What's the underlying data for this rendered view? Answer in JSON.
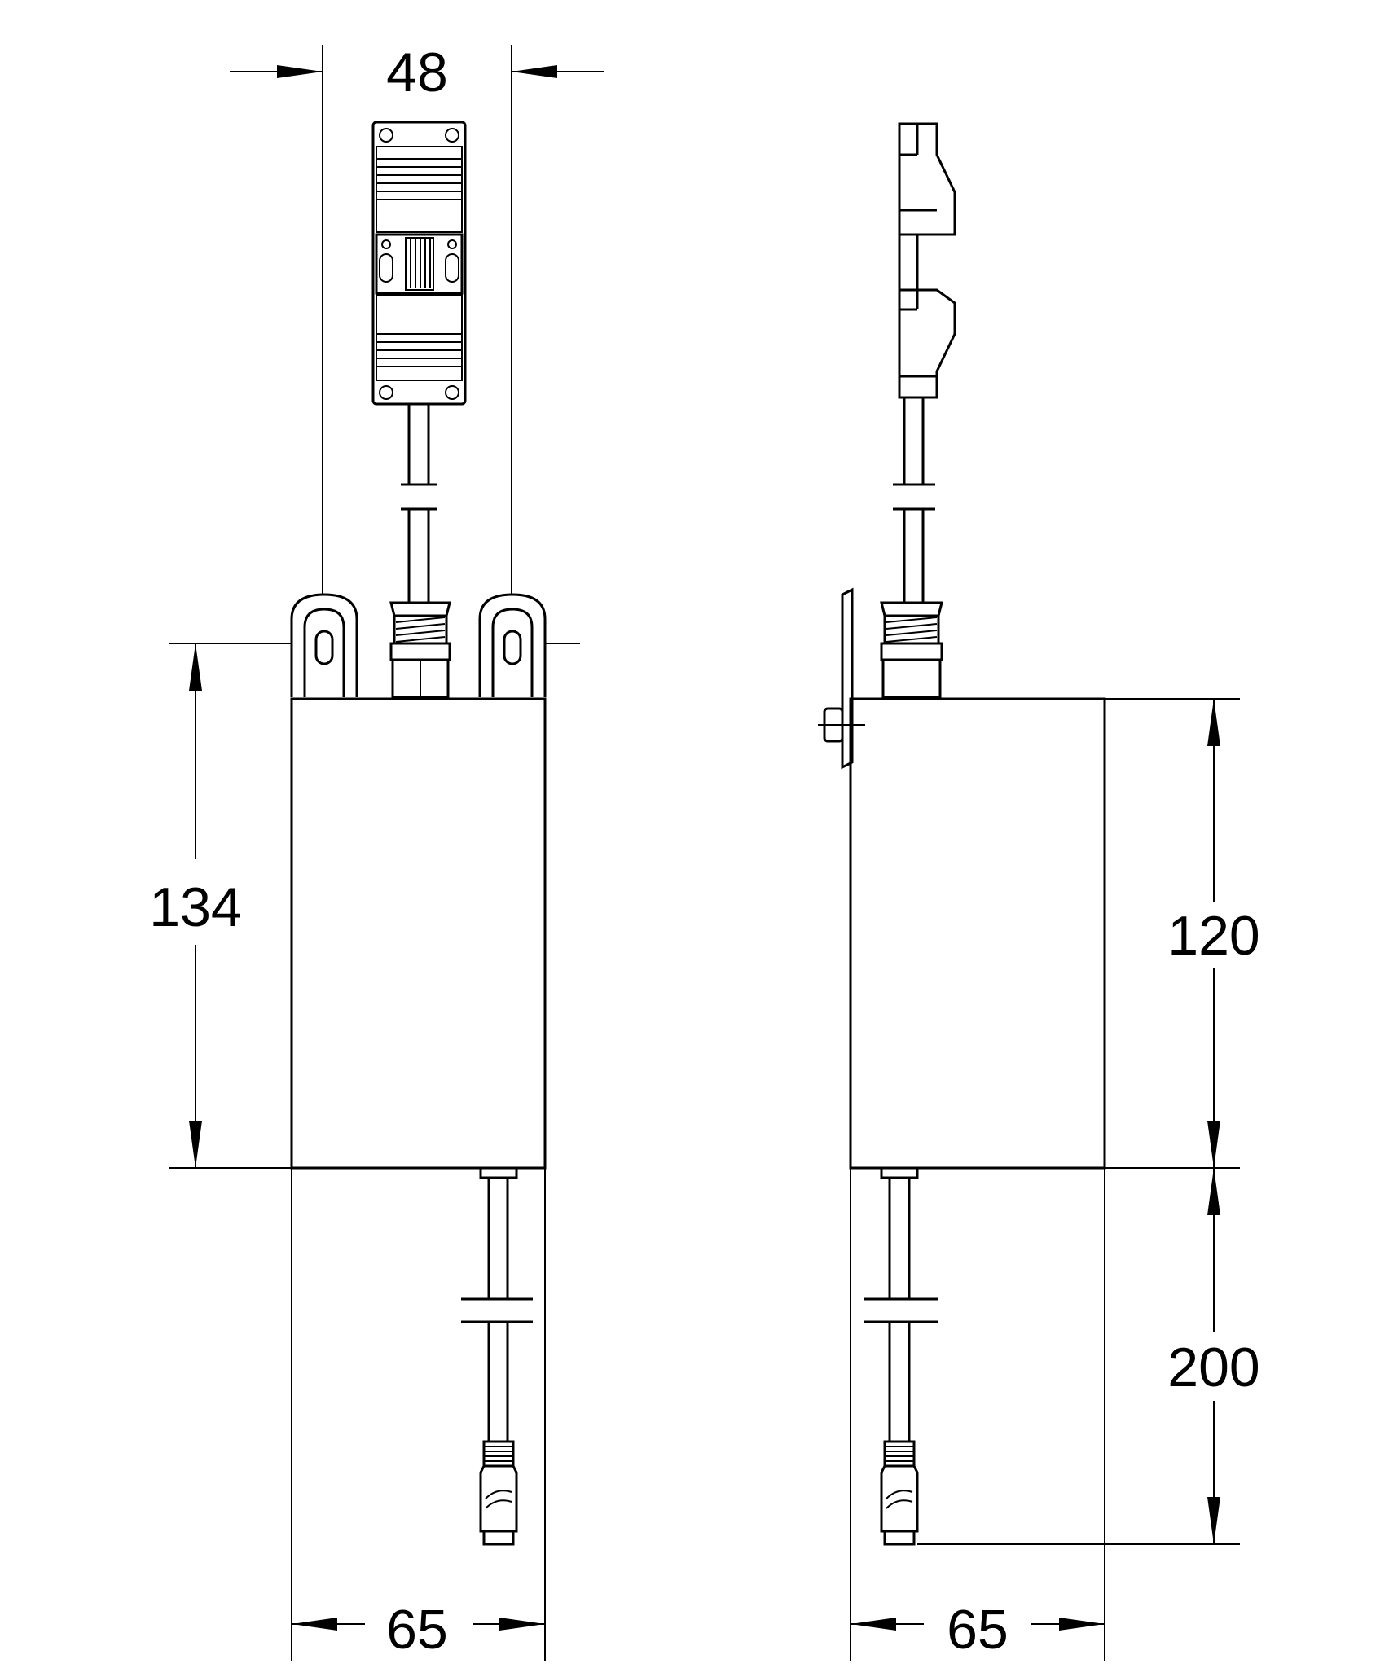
{
  "dimensions": {
    "front_top_width": "48",
    "front_body_height": "134",
    "front_bottom_width": "65",
    "side_body_height": "120",
    "side_cable_length": "200",
    "side_bottom_width": "65"
  },
  "colors": {
    "line": "#000000",
    "background": "#ffffff"
  }
}
